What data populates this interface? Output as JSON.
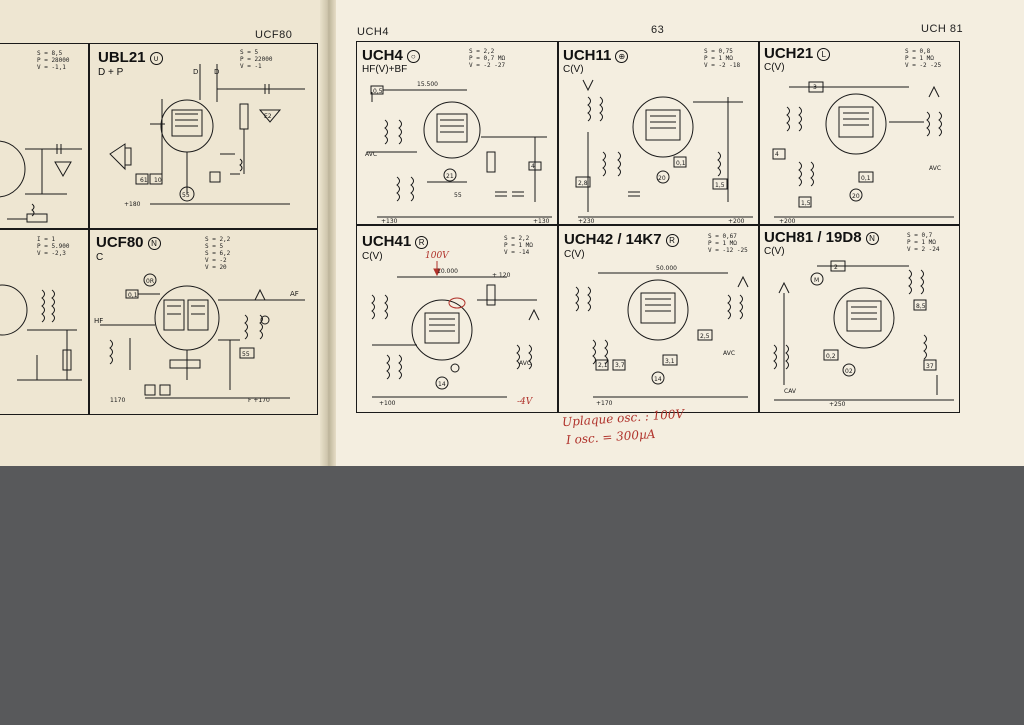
{
  "page": {
    "left_header": "UCF80",
    "right_header_left": "UCH4",
    "page_number": "63",
    "right_header_right": "UCH 81"
  },
  "left_cells": [
    {
      "id": "ubl21",
      "title": "UBL21",
      "badge": "",
      "subtitle": "D + P",
      "specs": "S = 5\nP = 22000\nV = -1"
    },
    {
      "id": "ucf80",
      "title": "UCF80",
      "badge": "",
      "subtitle": "C",
      "specs": "S = 2,2\nS = 5\nS = 6,2\nV = -2\nV = 20"
    }
  ],
  "left_partial_specs": [
    "S = 8,5\nP = 28000\nV = -1,1",
    "I = 1\nP = 5.900\nV = -2,3"
  ],
  "right_cells": [
    {
      "id": "uch4",
      "title": "UCH4",
      "badge": "",
      "subtitle": "HF(V)+BF",
      "specs": "S = 2,2\nP = 0,7 MΩ\nV = -2 -27"
    },
    {
      "id": "uch11",
      "title": "UCH11",
      "badge": "",
      "subtitle": "C(V)",
      "specs": "S = 0,75\nP = 1 MΩ\nV = -2 -18"
    },
    {
      "id": "uch21",
      "title": "UCH21",
      "badge": "",
      "subtitle": "C(V)",
      "specs": "S = 0,8\nP = 1 MΩ\nV = -2 -25"
    },
    {
      "id": "uch41",
      "title": "UCH41",
      "badge": "",
      "subtitle": "C(V)",
      "specs": "S = 2,2\nP = 1 MΩ\nV = -14"
    },
    {
      "id": "uch42",
      "title": "UCH42 / 14K7",
      "badge": "",
      "subtitle": "C(V)",
      "specs": "S = 0,67\nP = 1 MΩ\nV = -12 -25"
    },
    {
      "id": "uch81",
      "title": "UCH81 / 19D8",
      "badge": "",
      "subtitle": "C(V)",
      "specs": "S = 0,7\nP = 1 MΩ\nV = 2 -24"
    }
  ],
  "annotations": {
    "handwritten_line1": "Uplaque osc. : 100V",
    "handwritten_line2": "I osc. = 300µA",
    "mark_100v": "100V",
    "mark_neg4v": "-4V"
  },
  "colors": {
    "paper": "#f4eee0",
    "ink": "#1a1a1a",
    "handwriting": "#b0322b",
    "background": "#58595b"
  }
}
